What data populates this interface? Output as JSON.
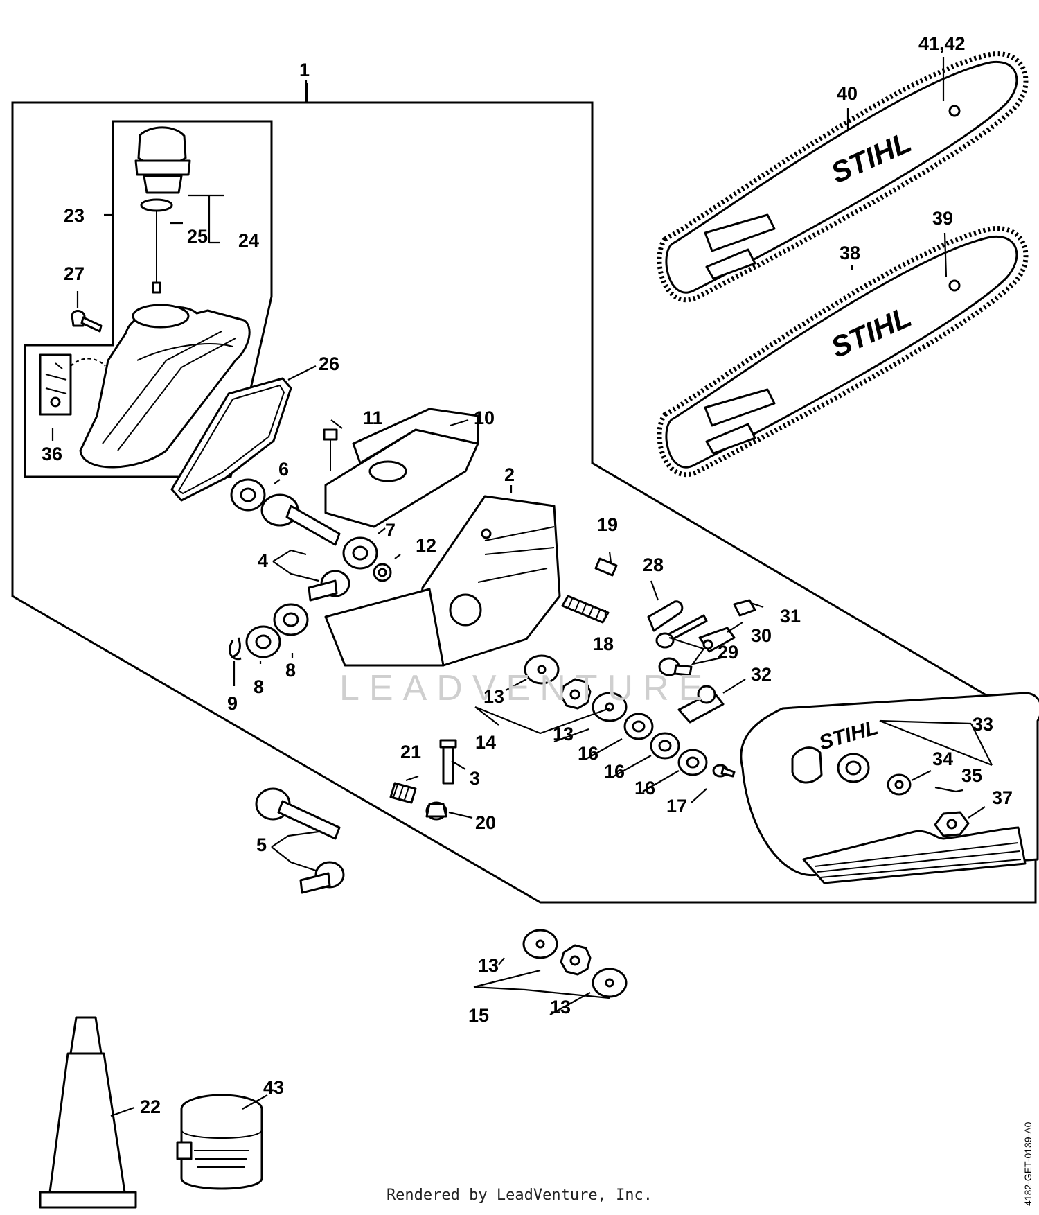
{
  "brand_label": "STIHL",
  "watermark": "LEADVENTURE",
  "footer": "Rendered by LeadVenture, Inc.",
  "doc_id": "4182-GET-0139-A0",
  "callouts": [
    "1",
    "2",
    "3",
    "4",
    "5",
    "6",
    "7",
    "8",
    "8",
    "9",
    "10",
    "11",
    "12",
    "13",
    "13",
    "13",
    "13",
    "14",
    "15",
    "16",
    "16",
    "16",
    "17",
    "18",
    "19",
    "20",
    "21",
    "22",
    "23",
    "24",
    "25",
    "26",
    "27",
    "28",
    "29",
    "30",
    "31",
    "32",
    "33",
    "34",
    "35",
    "36",
    "37",
    "38",
    "39",
    "40",
    "41,42",
    "43"
  ]
}
